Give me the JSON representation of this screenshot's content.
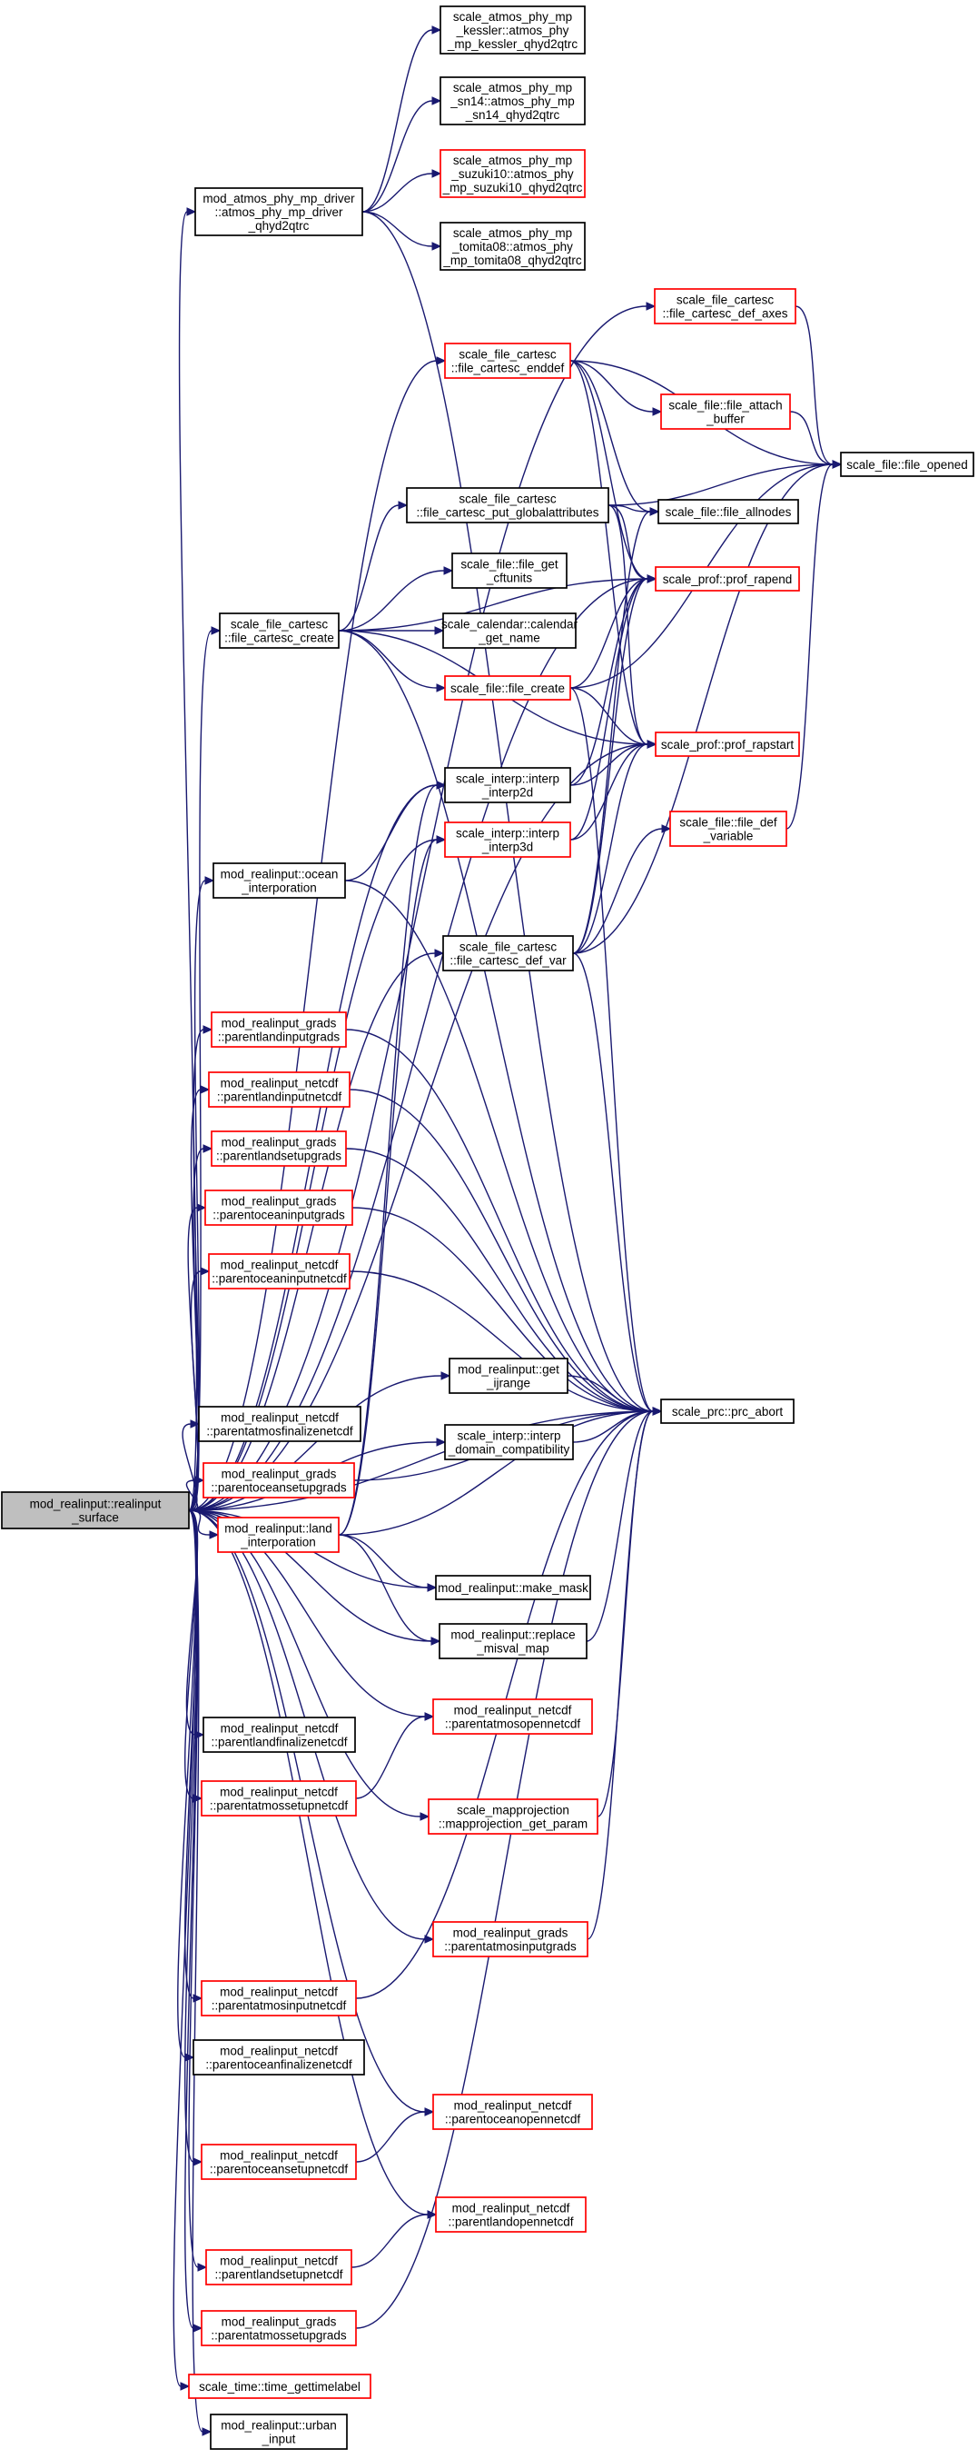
{
  "diagram": {
    "type": "call-graph",
    "colors": {
      "edge": "#191970",
      "node_border": "#000000",
      "node_border_incomplete": "#ff0000",
      "root_fill": "#bfbfbf"
    },
    "nodes": [
      {
        "id": "root",
        "label": [
          "mod_realinput::realinput",
          "_surface"
        ],
        "style": "root"
      },
      {
        "id": "mp_driver",
        "label": [
          "mod_atmos_phy_mp_driver",
          "::atmos_phy_mp_driver",
          "_qhyd2qtrc"
        ],
        "style": "black"
      },
      {
        "id": "mp_kessler",
        "label": [
          "scale_atmos_phy_mp",
          "_kessler::atmos_phy",
          "_mp_kessler_qhyd2qtrc"
        ],
        "style": "black"
      },
      {
        "id": "mp_sn14",
        "label": [
          "scale_atmos_phy_mp",
          "_sn14::atmos_phy_mp",
          "_sn14_qhyd2qtrc"
        ],
        "style": "black"
      },
      {
        "id": "mp_suzuki",
        "label": [
          "scale_atmos_phy_mp",
          "_suzuki10::atmos_phy",
          "_mp_suzuki10_qhyd2qtrc"
        ],
        "style": "red"
      },
      {
        "id": "mp_tomita",
        "label": [
          "scale_atmos_phy_mp",
          "_tomita08::atmos_phy",
          "_mp_tomita08_qhyd2qtrc"
        ],
        "style": "black"
      },
      {
        "id": "def_axes",
        "label": [
          "scale_file_cartesc",
          "::file_cartesc_def_axes"
        ],
        "style": "red"
      },
      {
        "id": "enddef",
        "label": [
          "scale_file_cartesc",
          "::file_cartesc_enddef"
        ],
        "style": "red"
      },
      {
        "id": "attach_buffer",
        "label": [
          "scale_file::file_attach",
          "_buffer"
        ],
        "style": "red"
      },
      {
        "id": "file_opened",
        "label": [
          "scale_file::file_opened"
        ],
        "style": "black"
      },
      {
        "id": "put_global",
        "label": [
          "scale_file_cartesc",
          "::file_cartesc_put_globalattributes"
        ],
        "style": "black"
      },
      {
        "id": "allnodes",
        "label": [
          "scale_file::file_allnodes"
        ],
        "style": "black"
      },
      {
        "id": "get_cftunits",
        "label": [
          "scale_file::file_get",
          "_cftunits"
        ],
        "style": "black"
      },
      {
        "id": "prof_rapend",
        "label": [
          "scale_prof::prof_rapend"
        ],
        "style": "red"
      },
      {
        "id": "cartesc_create",
        "label": [
          "scale_file_cartesc",
          "::file_cartesc_create"
        ],
        "style": "black"
      },
      {
        "id": "calendar",
        "label": [
          "scale_calendar::calendar",
          "_get_name"
        ],
        "style": "black"
      },
      {
        "id": "file_create",
        "label": [
          "scale_file::file_create"
        ],
        "style": "red"
      },
      {
        "id": "prof_rapstart",
        "label": [
          "scale_prof::prof_rapstart"
        ],
        "style": "red"
      },
      {
        "id": "interp2d",
        "label": [
          "scale_interp::interp",
          "_interp2d"
        ],
        "style": "black"
      },
      {
        "id": "interp3d",
        "label": [
          "scale_interp::interp",
          "_interp3d"
        ],
        "style": "red"
      },
      {
        "id": "def_variable",
        "label": [
          "scale_file::file_def",
          "_variable"
        ],
        "style": "red"
      },
      {
        "id": "ocean_interp",
        "label": [
          "mod_realinput::ocean",
          "_interporation"
        ],
        "style": "black"
      },
      {
        "id": "def_var",
        "label": [
          "scale_file_cartesc",
          "::file_cartesc_def_var"
        ],
        "style": "black"
      },
      {
        "id": "pland_grads",
        "label": [
          "mod_realinput_grads",
          "::parentlandinputgrads"
        ],
        "style": "red"
      },
      {
        "id": "pland_netcdf",
        "label": [
          "mod_realinput_netcdf",
          "::parentlandinputnetcdf"
        ],
        "style": "red"
      },
      {
        "id": "plandsetup_grads",
        "label": [
          "mod_realinput_grads",
          "::parentlandsetupgrads"
        ],
        "style": "red"
      },
      {
        "id": "pocean_grads",
        "label": [
          "mod_realinput_grads",
          "::parentoceaninputgrads"
        ],
        "style": "red"
      },
      {
        "id": "pocean_netcdf",
        "label": [
          "mod_realinput_netcdf",
          "::parentoceaninputnetcdf"
        ],
        "style": "red"
      },
      {
        "id": "get_ijrange",
        "label": [
          "mod_realinput::get",
          "_ijrange"
        ],
        "style": "black"
      },
      {
        "id": "prc_abort",
        "label": [
          "scale_prc::prc_abort"
        ],
        "style": "black"
      },
      {
        "id": "patmos_final",
        "label": [
          "mod_realinput_netcdf",
          "::parentatmosfinalizenetcdf"
        ],
        "style": "black"
      },
      {
        "id": "interp_domain",
        "label": [
          "scale_interp::interp",
          "_domain_compatibility"
        ],
        "style": "black"
      },
      {
        "id": "poceansetup_grads",
        "label": [
          "mod_realinput_grads",
          "::parentoceansetupgrads"
        ],
        "style": "red"
      },
      {
        "id": "land_interp",
        "label": [
          "mod_realinput::land",
          "_interporation"
        ],
        "style": "red"
      },
      {
        "id": "make_mask",
        "label": [
          "mod_realinput::make_mask"
        ],
        "style": "black"
      },
      {
        "id": "replace_misval",
        "label": [
          "mod_realinput::replace",
          "_misval_map"
        ],
        "style": "black"
      },
      {
        "id": "patmos_open",
        "label": [
          "mod_realinput_netcdf",
          "::parentatmosopennetcdf"
        ],
        "style": "red"
      },
      {
        "id": "pland_final",
        "label": [
          "mod_realinput_netcdf",
          "::parentlandfinalizenetcdf"
        ],
        "style": "black"
      },
      {
        "id": "patmossetup_netcdf",
        "label": [
          "mod_realinput_netcdf",
          "::parentatmossetupnetcdf"
        ],
        "style": "red"
      },
      {
        "id": "mapproj",
        "label": [
          "scale_mapprojection",
          "::mapprojection_get_param"
        ],
        "style": "red"
      },
      {
        "id": "patmos_grads",
        "label": [
          "mod_realinput_grads",
          "::parentatmosinputgrads"
        ],
        "style": "red"
      },
      {
        "id": "patmos_netcdf",
        "label": [
          "mod_realinput_netcdf",
          "::parentatmosinputnetcdf"
        ],
        "style": "red"
      },
      {
        "id": "pocean_final",
        "label": [
          "mod_realinput_netcdf",
          "::parentoceanfinalizenetcdf"
        ],
        "style": "black"
      },
      {
        "id": "pocean_open",
        "label": [
          "mod_realinput_netcdf",
          "::parentoceanopennetcdf"
        ],
        "style": "red"
      },
      {
        "id": "poceansetup_netcdf",
        "label": [
          "mod_realinput_netcdf",
          "::parentoceansetupnetcdf"
        ],
        "style": "red"
      },
      {
        "id": "pland_open",
        "label": [
          "mod_realinput_netcdf",
          "::parentlandopennetcdf"
        ],
        "style": "red"
      },
      {
        "id": "plandsetup_netcdf",
        "label": [
          "mod_realinput_netcdf",
          "::parentlandsetupnetcdf"
        ],
        "style": "red"
      },
      {
        "id": "patmossetup_grads",
        "label": [
          "mod_realinput_grads",
          "::parentatmossetupgrads"
        ],
        "style": "red"
      },
      {
        "id": "gettimelabel",
        "label": [
          "scale_time::time_gettimelabel"
        ],
        "style": "red"
      },
      {
        "id": "urban_input",
        "label": [
          "mod_realinput::urban",
          "_input"
        ],
        "style": "black"
      }
    ],
    "edges": [
      [
        "root",
        "mp_driver"
      ],
      [
        "root",
        "enddef"
      ],
      [
        "root",
        "def_axes"
      ],
      [
        "root",
        "prof_rapend"
      ],
      [
        "root",
        "cartesc_create"
      ],
      [
        "root",
        "prof_rapstart"
      ],
      [
        "root",
        "interp2d"
      ],
      [
        "root",
        "interp3d"
      ],
      [
        "root",
        "ocean_interp"
      ],
      [
        "root",
        "def_var"
      ],
      [
        "root",
        "pland_grads"
      ],
      [
        "root",
        "pland_netcdf"
      ],
      [
        "root",
        "plandsetup_grads"
      ],
      [
        "root",
        "pocean_grads"
      ],
      [
        "root",
        "pocean_netcdf"
      ],
      [
        "root",
        "get_ijrange"
      ],
      [
        "root",
        "patmos_final"
      ],
      [
        "root",
        "interp_domain"
      ],
      [
        "root",
        "poceansetup_grads"
      ],
      [
        "root",
        "land_interp"
      ],
      [
        "root",
        "make_mask"
      ],
      [
        "root",
        "replace_misval"
      ],
      [
        "root",
        "prc_abort"
      ],
      [
        "root",
        "patmos_open"
      ],
      [
        "root",
        "pland_final"
      ],
      [
        "root",
        "patmossetup_netcdf"
      ],
      [
        "root",
        "mapproj"
      ],
      [
        "root",
        "patmos_grads"
      ],
      [
        "root",
        "patmos_netcdf"
      ],
      [
        "root",
        "pocean_final"
      ],
      [
        "root",
        "pocean_open"
      ],
      [
        "root",
        "poceansetup_netcdf"
      ],
      [
        "root",
        "pland_open"
      ],
      [
        "root",
        "plandsetup_netcdf"
      ],
      [
        "root",
        "patmossetup_grads"
      ],
      [
        "root",
        "gettimelabel"
      ],
      [
        "root",
        "urban_input"
      ],
      [
        "mp_driver",
        "mp_kessler"
      ],
      [
        "mp_driver",
        "mp_sn14"
      ],
      [
        "mp_driver",
        "mp_suzuki"
      ],
      [
        "mp_driver",
        "mp_tomita"
      ],
      [
        "mp_driver",
        "prc_abort"
      ],
      [
        "def_axes",
        "file_opened"
      ],
      [
        "enddef",
        "attach_buffer"
      ],
      [
        "enddef",
        "file_opened"
      ],
      [
        "enddef",
        "allnodes"
      ],
      [
        "enddef",
        "prof_rapend"
      ],
      [
        "enddef",
        "prof_rapstart"
      ],
      [
        "attach_buffer",
        "file_opened"
      ],
      [
        "put_global",
        "file_opened"
      ],
      [
        "put_global",
        "allnodes"
      ],
      [
        "put_global",
        "prof_rapend"
      ],
      [
        "put_global",
        "prof_rapstart"
      ],
      [
        "cartesc_create",
        "put_global"
      ],
      [
        "cartesc_create",
        "get_cftunits"
      ],
      [
        "cartesc_create",
        "calendar"
      ],
      [
        "cartesc_create",
        "file_create"
      ],
      [
        "cartesc_create",
        "prof_rapend"
      ],
      [
        "cartesc_create",
        "prof_rapstart"
      ],
      [
        "cartesc_create",
        "prc_abort"
      ],
      [
        "file_create",
        "file_opened"
      ],
      [
        "file_create",
        "prof_rapend"
      ],
      [
        "file_create",
        "prof_rapstart"
      ],
      [
        "file_create",
        "prc_abort"
      ],
      [
        "interp2d",
        "prof_rapend"
      ],
      [
        "interp2d",
        "prof_rapstart"
      ],
      [
        "interp3d",
        "prof_rapend"
      ],
      [
        "interp3d",
        "prof_rapstart"
      ],
      [
        "def_variable",
        "file_opened"
      ],
      [
        "ocean_interp",
        "interp2d"
      ],
      [
        "ocean_interp",
        "prc_abort"
      ],
      [
        "def_var",
        "def_variable"
      ],
      [
        "def_var",
        "file_opened"
      ],
      [
        "def_var",
        "allnodes"
      ],
      [
        "def_var",
        "prof_rapend"
      ],
      [
        "def_var",
        "prof_rapstart"
      ],
      [
        "def_var",
        "prc_abort"
      ],
      [
        "pland_grads",
        "prc_abort"
      ],
      [
        "pland_netcdf",
        "prc_abort"
      ],
      [
        "plandsetup_grads",
        "prc_abort"
      ],
      [
        "pocean_grads",
        "prc_abort"
      ],
      [
        "pocean_netcdf",
        "prc_abort"
      ],
      [
        "get_ijrange",
        "prc_abort"
      ],
      [
        "interp_domain",
        "prc_abort"
      ],
      [
        "poceansetup_grads",
        "prc_abort"
      ],
      [
        "land_interp",
        "interp2d"
      ],
      [
        "land_interp",
        "interp3d"
      ],
      [
        "land_interp",
        "make_mask"
      ],
      [
        "land_interp",
        "replace_misval"
      ],
      [
        "land_interp",
        "prc_abort"
      ],
      [
        "replace_misval",
        "prc_abort"
      ],
      [
        "patmossetup_netcdf",
        "patmos_open"
      ],
      [
        "mapproj",
        "prc_abort"
      ],
      [
        "patmos_grads",
        "prc_abort"
      ],
      [
        "patmos_netcdf",
        "prc_abort"
      ],
      [
        "poceansetup_netcdf",
        "pocean_open"
      ],
      [
        "plandsetup_netcdf",
        "pland_open"
      ],
      [
        "patmossetup_grads",
        "prc_abort"
      ]
    ]
  }
}
